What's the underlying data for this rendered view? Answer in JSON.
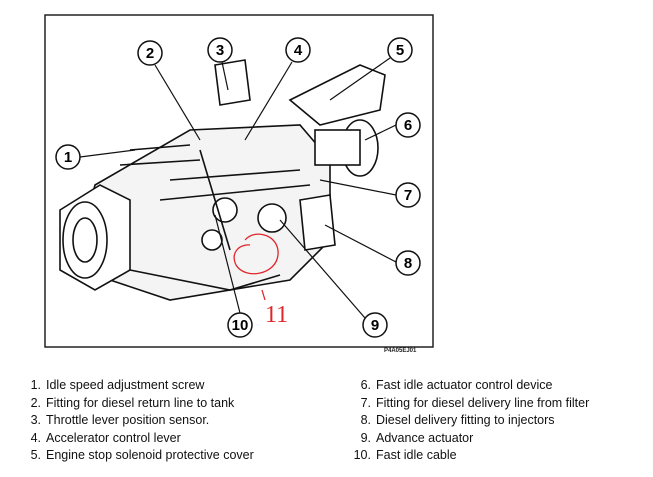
{
  "figure_code": "P4A05EJ01",
  "annotation": {
    "text": "11",
    "color": "#e0262b"
  },
  "callouts": [
    "1",
    "2",
    "3",
    "4",
    "5",
    "6",
    "7",
    "8",
    "9",
    "10"
  ],
  "legend_left": [
    {
      "num": "1.",
      "text": "Idle speed adjustment screw"
    },
    {
      "num": "2.",
      "text": "Fitting for diesel return line to tank"
    },
    {
      "num": "3.",
      "text": "Throttle lever position sensor."
    },
    {
      "num": "4.",
      "text": "Accelerator control lever"
    },
    {
      "num": "5.",
      "text": "Engine stop solenoid protective cover"
    }
  ],
  "legend_right": [
    {
      "num": "6.",
      "text": "Fast idle actuator control device"
    },
    {
      "num": "7.",
      "text": "Fitting for diesel delivery line from filter"
    },
    {
      "num": "8.",
      "text": "Diesel delivery fitting to injectors"
    },
    {
      "num": "9.",
      "text": "Advance actuator"
    },
    {
      "num": "10.",
      "text": "Fast idle cable"
    }
  ]
}
